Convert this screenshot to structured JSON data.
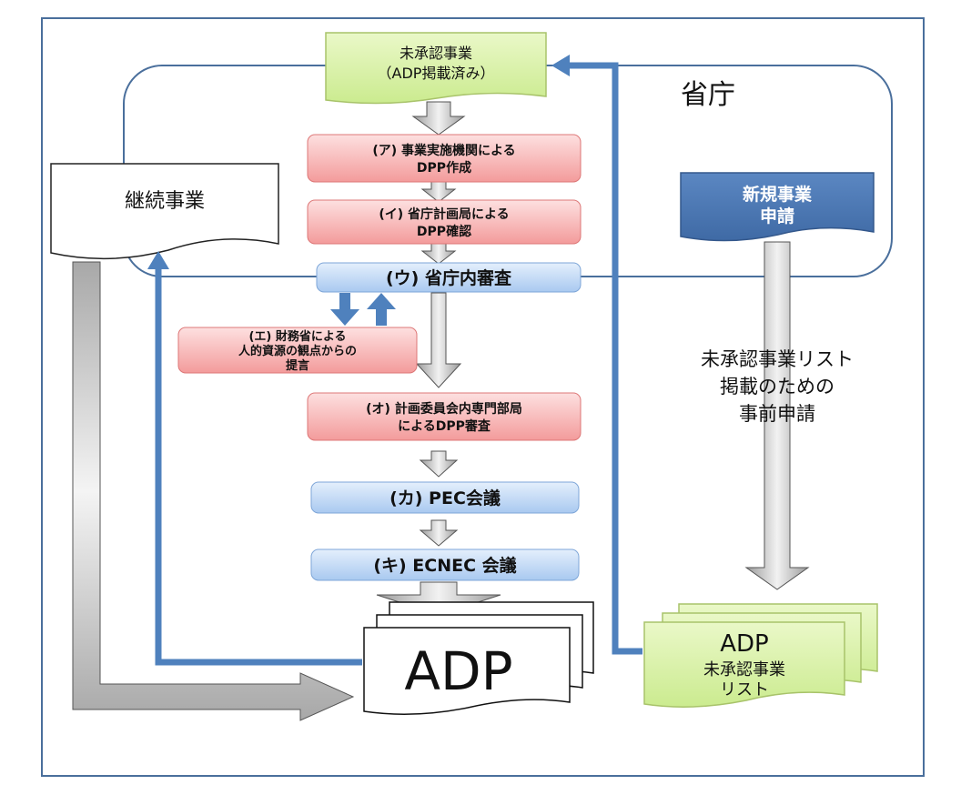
{
  "ministry_label": "省庁",
  "unapproved_top": {
    "line1": "未承認事業",
    "line2": "（ADP掲載済み）"
  },
  "continuing_label": "継続事業",
  "new_project": {
    "line1": "新規事業",
    "line2": "申請"
  },
  "steps": {
    "a": {
      "line1": "(ア) 事業実施機関による",
      "line2": "DPP作成"
    },
    "i": {
      "line1": "(イ) 省庁計画局による",
      "line2": "DPP確認"
    },
    "u": {
      "line1": "(ウ) 省庁内審査"
    },
    "e": {
      "line1": "(エ) 財務省による",
      "line2": "人的資源の観点からの",
      "line3": "提言"
    },
    "o": {
      "line1": "(オ) 計画委員会内専門部局",
      "line2": "によるDPP審査"
    },
    "ka": {
      "line1": "(カ) PEC会議"
    },
    "ki": {
      "line1": "(キ) ECNEC 会議"
    }
  },
  "pre_application": {
    "line1": "未承認事業リスト",
    "line2": "掲載のための",
    "line3": "事前申請"
  },
  "adp_label": "ADP",
  "adp_list": {
    "line1": "ADP",
    "line2": "未承認事業",
    "line3": "リスト"
  },
  "colors": {
    "frame": "#4a6f9c",
    "blue_arrow": "#4f81bd",
    "pink": "#f4a3a3",
    "light_blue": "#b9d4f5",
    "light_green": "#d7f0a5",
    "dark_blue_box": "#4f7bb5"
  }
}
